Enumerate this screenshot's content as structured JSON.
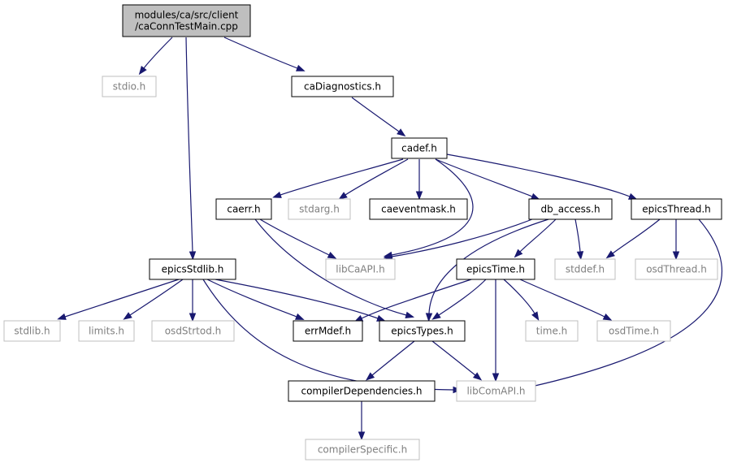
{
  "colors": {
    "edge": "#191970",
    "root_fill": "#bfbfbf",
    "root_border": "#000000",
    "linked_border": "#000000",
    "external_border": "#bfbfbf",
    "external_text": "#7f7f7f",
    "node_fill": "#ffffff"
  },
  "nodes": [
    {
      "id": "root",
      "lines": [
        "modules/ca/src/client",
        "/caConnTestMain.cpp"
      ],
      "kind": "root"
    },
    {
      "id": "stdio",
      "lines": [
        "stdio.h"
      ],
      "kind": "external"
    },
    {
      "id": "caDiagnostics",
      "lines": [
        "caDiagnostics.h"
      ],
      "kind": "linked"
    },
    {
      "id": "cadef",
      "lines": [
        "cadef.h"
      ],
      "kind": "linked"
    },
    {
      "id": "caerr",
      "lines": [
        "caerr.h"
      ],
      "kind": "linked"
    },
    {
      "id": "stdarg",
      "lines": [
        "stdarg.h"
      ],
      "kind": "external"
    },
    {
      "id": "caeventmask",
      "lines": [
        "caeventmask.h"
      ],
      "kind": "linked"
    },
    {
      "id": "db_access",
      "lines": [
        "db_access.h"
      ],
      "kind": "linked"
    },
    {
      "id": "epicsThread",
      "lines": [
        "epicsThread.h"
      ],
      "kind": "linked"
    },
    {
      "id": "epicsStdlib",
      "lines": [
        "epicsStdlib.h"
      ],
      "kind": "linked"
    },
    {
      "id": "libCaAPI",
      "lines": [
        "libCaAPI.h"
      ],
      "kind": "external"
    },
    {
      "id": "epicsTime",
      "lines": [
        "epicsTime.h"
      ],
      "kind": "linked"
    },
    {
      "id": "stddef",
      "lines": [
        "stddef.h"
      ],
      "kind": "external"
    },
    {
      "id": "osdThread",
      "lines": [
        "osdThread.h"
      ],
      "kind": "external"
    },
    {
      "id": "stdlib",
      "lines": [
        "stdlib.h"
      ],
      "kind": "external"
    },
    {
      "id": "limits",
      "lines": [
        "limits.h"
      ],
      "kind": "external"
    },
    {
      "id": "osdStrtod",
      "lines": [
        "osdStrtod.h"
      ],
      "kind": "external"
    },
    {
      "id": "errMdef",
      "lines": [
        "errMdef.h"
      ],
      "kind": "linked"
    },
    {
      "id": "epicsTypes",
      "lines": [
        "epicsTypes.h"
      ],
      "kind": "linked"
    },
    {
      "id": "time",
      "lines": [
        "time.h"
      ],
      "kind": "external"
    },
    {
      "id": "osdTime",
      "lines": [
        "osdTime.h"
      ],
      "kind": "external"
    },
    {
      "id": "compilerDependencies",
      "lines": [
        "compilerDependencies.h"
      ],
      "kind": "linked"
    },
    {
      "id": "libComAPI",
      "lines": [
        "libComAPI.h"
      ],
      "kind": "external"
    },
    {
      "id": "compilerSpecific",
      "lines": [
        "compilerSpecific.h"
      ],
      "kind": "external"
    }
  ],
  "edges": [
    {
      "from": "root",
      "to": "stdio"
    },
    {
      "from": "root",
      "to": "caDiagnostics"
    },
    {
      "from": "root",
      "to": "epicsStdlib"
    },
    {
      "from": "caDiagnostics",
      "to": "cadef"
    },
    {
      "from": "cadef",
      "to": "caerr"
    },
    {
      "from": "cadef",
      "to": "stdarg"
    },
    {
      "from": "cadef",
      "to": "caeventmask"
    },
    {
      "from": "cadef",
      "to": "db_access"
    },
    {
      "from": "cadef",
      "to": "epicsThread"
    },
    {
      "from": "cadef",
      "to": "libCaAPI"
    },
    {
      "from": "caerr",
      "to": "libCaAPI"
    },
    {
      "from": "caerr",
      "to": "epicsTypes"
    },
    {
      "from": "db_access",
      "to": "libCaAPI"
    },
    {
      "from": "db_access",
      "to": "epicsTime"
    },
    {
      "from": "db_access",
      "to": "stddef"
    },
    {
      "from": "db_access",
      "to": "epicsTypes"
    },
    {
      "from": "epicsThread",
      "to": "stddef"
    },
    {
      "from": "epicsThread",
      "to": "osdThread"
    },
    {
      "from": "epicsThread",
      "to": "libComAPI"
    },
    {
      "from": "epicsStdlib",
      "to": "stdlib"
    },
    {
      "from": "epicsStdlib",
      "to": "limits"
    },
    {
      "from": "epicsStdlib",
      "to": "osdStrtod"
    },
    {
      "from": "epicsStdlib",
      "to": "errMdef"
    },
    {
      "from": "epicsStdlib",
      "to": "epicsTypes"
    },
    {
      "from": "epicsStdlib",
      "to": "libComAPI"
    },
    {
      "from": "epicsTime",
      "to": "errMdef"
    },
    {
      "from": "epicsTime",
      "to": "epicsTypes"
    },
    {
      "from": "epicsTime",
      "to": "time"
    },
    {
      "from": "epicsTime",
      "to": "osdTime"
    },
    {
      "from": "epicsTime",
      "to": "libComAPI"
    },
    {
      "from": "epicsTypes",
      "to": "compilerDependencies"
    },
    {
      "from": "epicsTypes",
      "to": "libComAPI"
    },
    {
      "from": "compilerDependencies",
      "to": "compilerSpecific"
    }
  ]
}
